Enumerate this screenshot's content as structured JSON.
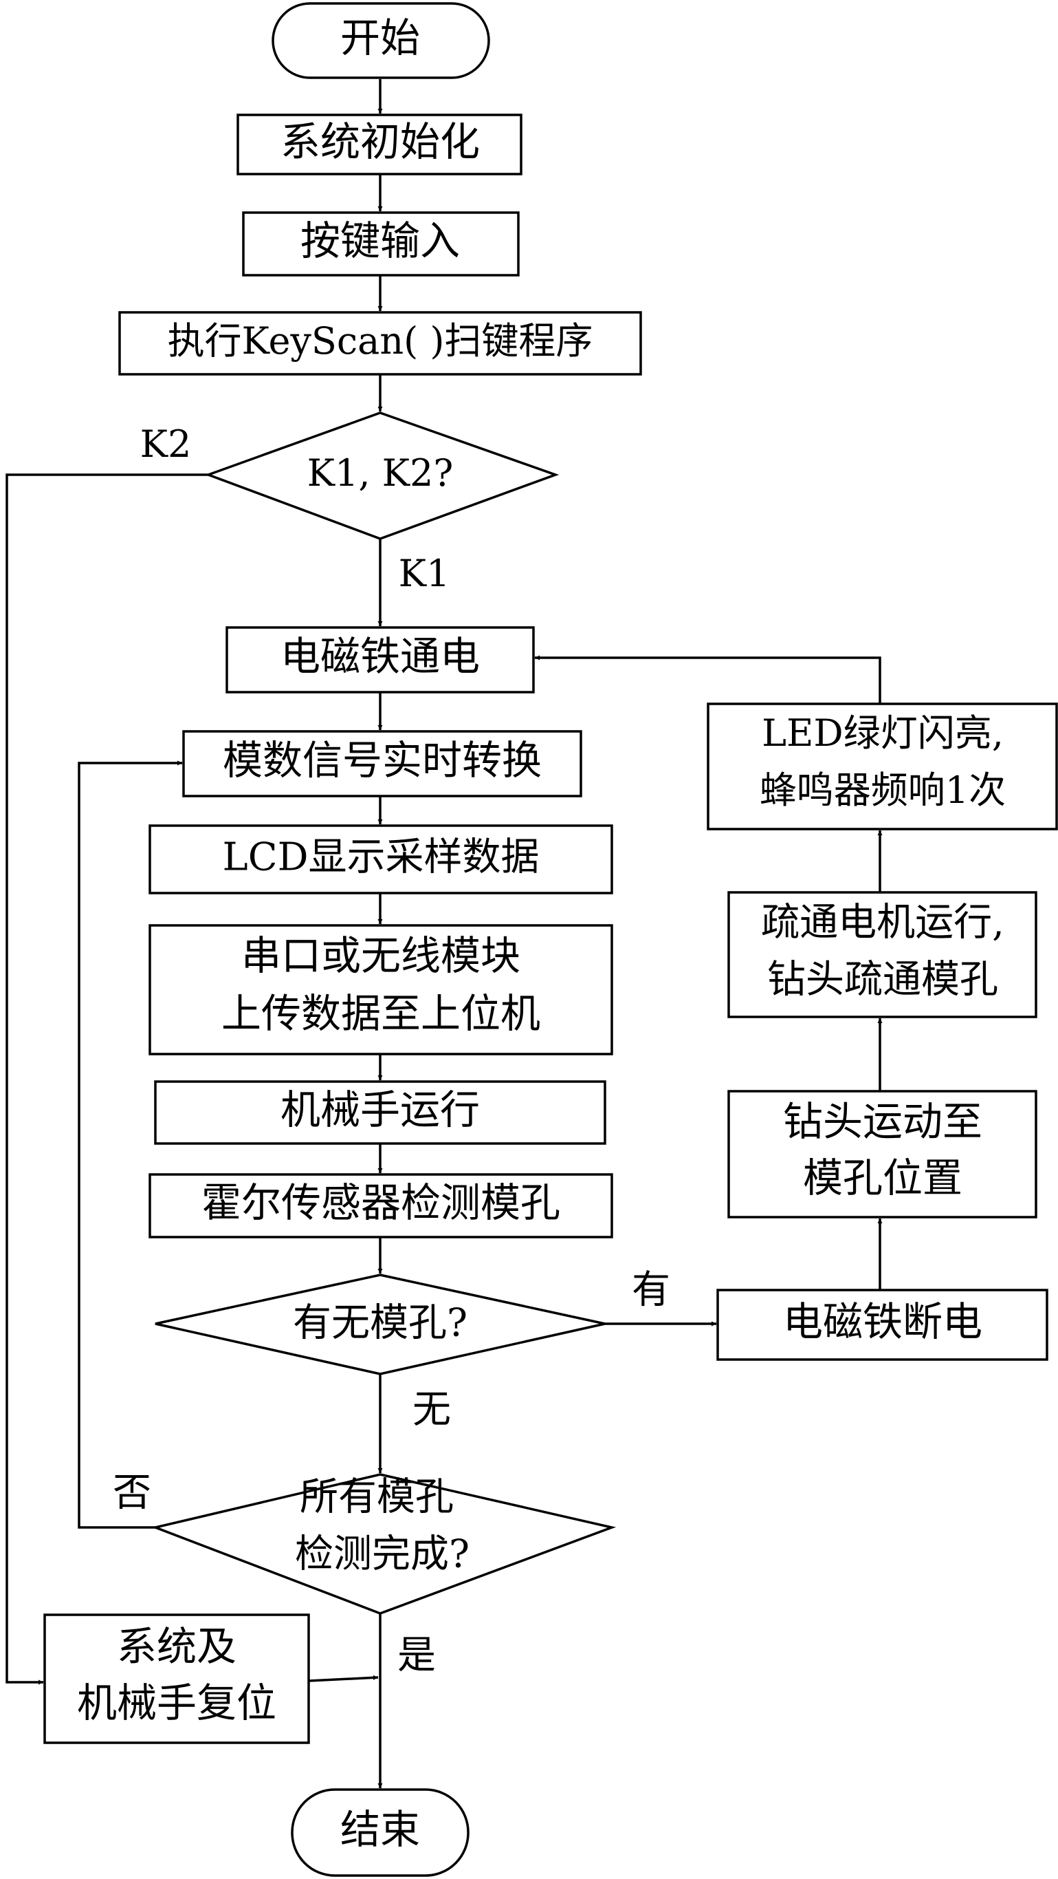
{
  "nodes": {
    "start": "开始",
    "init": "系统初始化",
    "key_input": "按键输入",
    "keyscan": "执行KeyScan( )扫键程序",
    "decision_key": "K1, K2?",
    "magnet_on": "电磁铁通电",
    "adc": "模数信号实时转换",
    "lcd": "LCD显示采样数据",
    "upload_line1": "串口或无线模块",
    "upload_line2": "上传数据至上位机",
    "arm_run": "机械手运行",
    "hall": "霍尔传感器检测模孔",
    "decision_hole": "有无模孔?",
    "decision_done_line1": "所有模孔",
    "decision_done_line2": "检测完成?",
    "reset_line1": "系统及",
    "reset_line2": "机械手复位",
    "end": "结束",
    "magnet_off": "电磁铁断电",
    "drill_move_line1": "钻头运动至",
    "drill_move_line2": "模孔位置",
    "motor_line1": "疏通电机运行,",
    "motor_line2": "钻头疏通模孔",
    "led_line1": "LED绿灯闪亮,",
    "led_line2": "蜂鸣器频响1次"
  },
  "edge_labels": {
    "k1": "K1",
    "k2": "K2",
    "has": "有",
    "none": "无",
    "no": "否",
    "yes": "是"
  }
}
